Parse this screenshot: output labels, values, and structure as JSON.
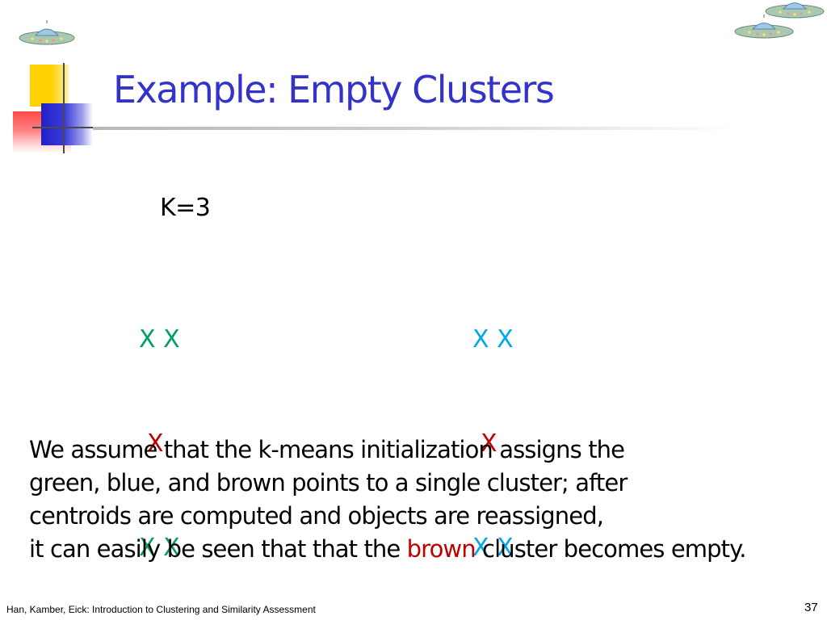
{
  "slide": {
    "title": "Example: Empty Clusters",
    "k_label": "K=3",
    "left_group": {
      "top": "X X",
      "middle": "X",
      "bottom": "X X"
    },
    "right_group": {
      "top": "X X",
      "middle": "X",
      "bottom": "X X"
    },
    "paragraph": {
      "line1": "We assume that the k-means initialization assigns the",
      "line2": "green, blue, and brown points to a single cluster; after",
      "line3": "centroids are computed and objects are reassigned,",
      "line4_before": "it can easily be seen that that the ",
      "line4_highlight": "brown",
      "line4_after": " cluster becomes empty."
    },
    "footer": "Han, Kamber, Eick: Introduction to Clustering and Similarity Assessment",
    "page_number": "37"
  },
  "colors": {
    "title": "#3333cc",
    "green_points": "#00a060",
    "blue_points": "#00a8e8",
    "brown_points": "#c00000"
  },
  "icons": [
    "ufo-icon",
    "ufo-icon",
    "ufo-icon"
  ]
}
